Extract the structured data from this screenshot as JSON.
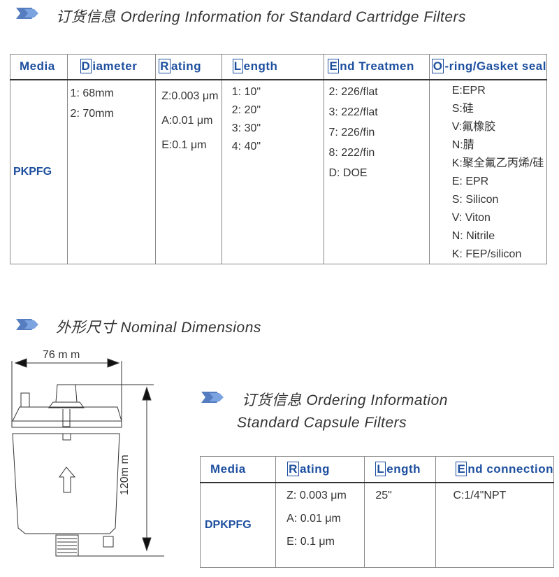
{
  "section1": {
    "title": "订货信息 Ordering Information for Standard Cartridge Filters",
    "headers": [
      {
        "first": "",
        "rest": "Media"
      },
      {
        "first": "D",
        "rest": "iameter"
      },
      {
        "first": "R",
        "rest": "ating"
      },
      {
        "first": "L",
        "rest": "ength"
      },
      {
        "first": "E",
        "rest": "nd Treatmen"
      },
      {
        "first": "O",
        "rest": "-ring/Gasket seal"
      }
    ],
    "media": "PKPFG",
    "diameter": [
      "1: 68mm",
      "2: 70mm"
    ],
    "rating": [
      "Z:0.003 μm",
      "A:0.01 μm",
      "E:0.1 μm"
    ],
    "length": [
      "1: 10\"",
      "2: 20\"",
      "3: 30\"",
      "4: 40\""
    ],
    "end": [
      "2: 226/flat",
      "3: 222/flat",
      "7: 226/fin",
      "8: 222/fin",
      "D: DOE"
    ],
    "oring": [
      "E:EPR",
      "S:硅",
      "V:氟橡胶",
      "N:腈",
      "K:聚全氟乙丙烯/硅",
      "E: EPR",
      "S: Silicon",
      "V: Viton",
      "N: Nitrile",
      "K: FEP/silicon"
    ]
  },
  "section2": {
    "title": "外形尺寸 Nominal Dimensions",
    "width_label": "76 m m",
    "height_label": "120m m"
  },
  "section3": {
    "title1": "订货信息 Ordering Information",
    "title2": "Standard Capsule Filters",
    "headers": [
      {
        "first": "",
        "rest": "Media"
      },
      {
        "first": "R",
        "rest": "ating"
      },
      {
        "first": "L",
        "rest": "ength"
      },
      {
        "first": "E",
        "rest": "nd connection"
      }
    ],
    "media": "DPKPFG",
    "rating": [
      "Z: 0.003 μm",
      "A: 0.01 μm",
      "E: 0.1 μm"
    ],
    "length": "25\"",
    "end": "C:1/4\"NPT"
  },
  "colors": {
    "accent": "#1d4f9f"
  }
}
